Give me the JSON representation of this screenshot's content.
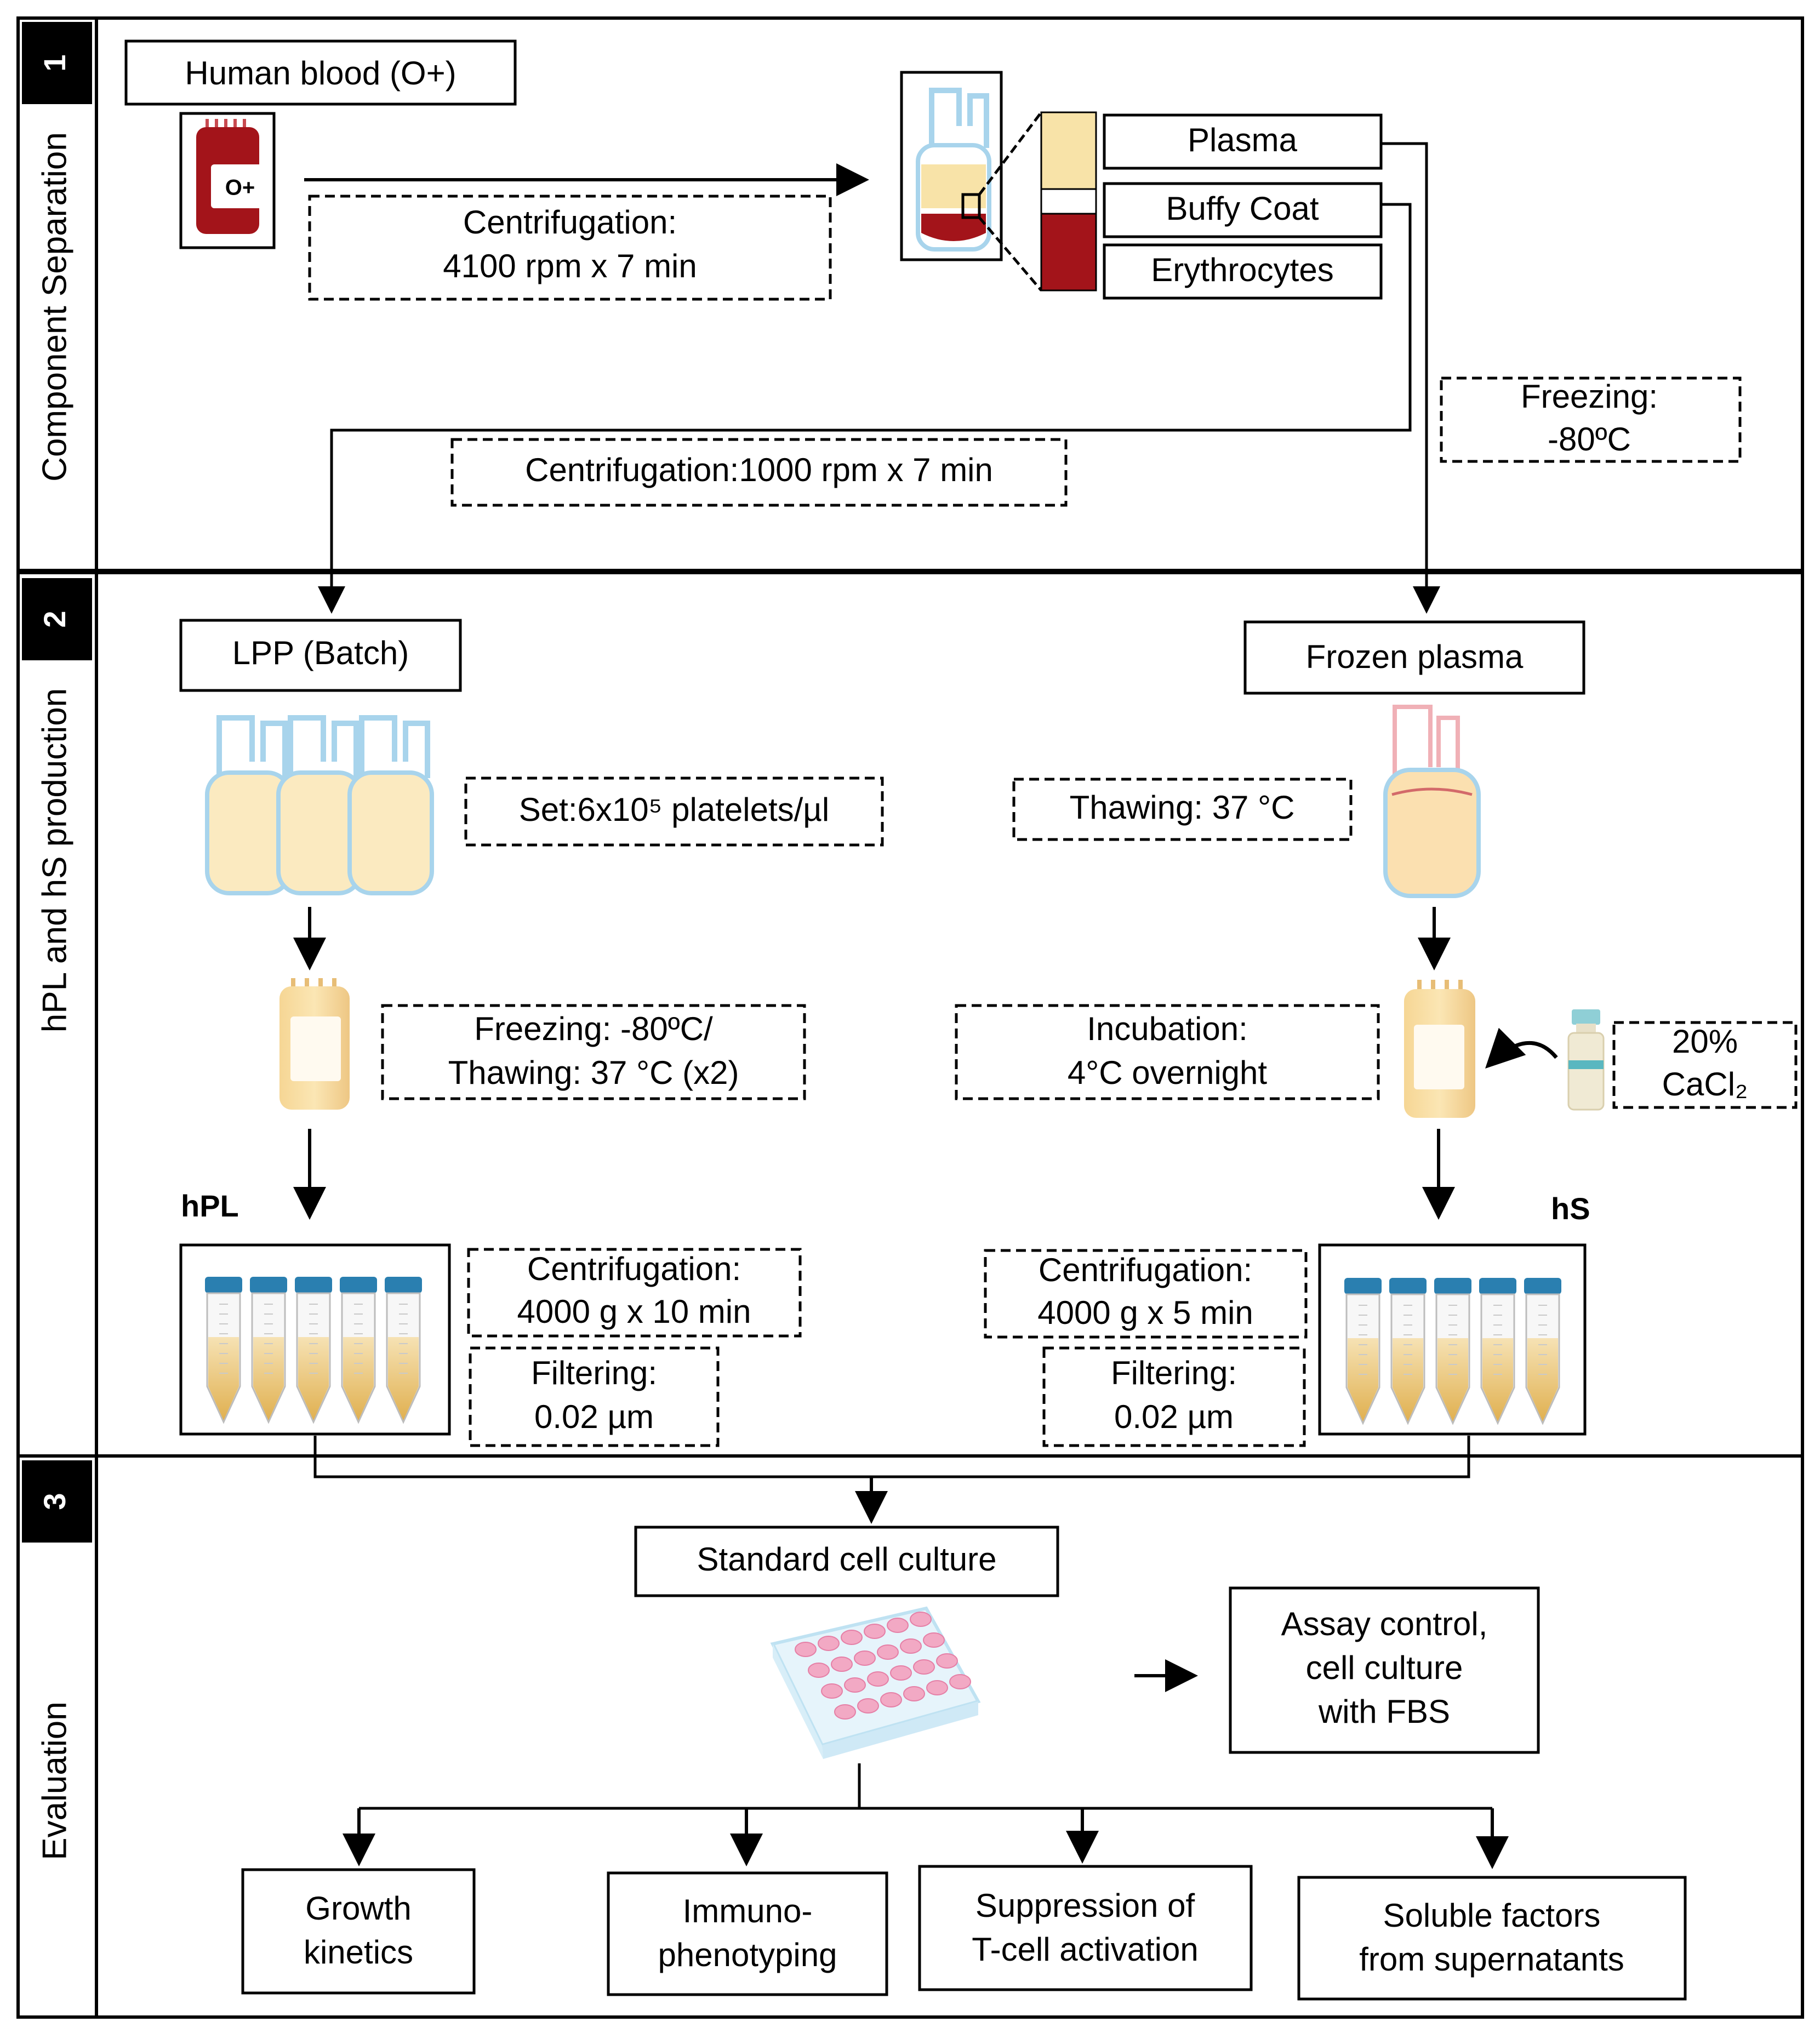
{
  "sections": [
    {
      "number": "1",
      "label": "Component  Separation"
    },
    {
      "number": "2",
      "label": "hPL  and  hS  production"
    },
    {
      "number": "3",
      "label": "Evaluation"
    }
  ],
  "section1": {
    "source_label": "Human  blood  (O+)",
    "bag_mark": "O+",
    "centrifugation_1": [
      "Centrifugation:",
      "4100  rpm  x  7  min"
    ],
    "components": [
      "Plasma",
      "Buffy Coat",
      "Erythrocytes"
    ],
    "centrifugation_2": "Centrifugation:1000  rpm  x  7  min",
    "freezing": [
      "Freezing:",
      "-80ºC"
    ]
  },
  "section2": {
    "left": {
      "title": "LPP (Batch)",
      "step1": "Set:6x10⁵  platelets/µl",
      "step2": [
        "Freezing:  -80ºC/",
        "Thawing:  37 °C (x2)"
      ],
      "product": "hPL",
      "step3": [
        "Centrifugation:",
        "4000  g  x  10  min"
      ],
      "step4": [
        "Filtering:",
        "0.02  µm"
      ]
    },
    "right": {
      "title": "Frozen  plasma",
      "step1": "Thawing:  37  °C",
      "step2": [
        "Incubation:",
        "4°C  overnight"
      ],
      "additive": [
        "20%",
        "CaCl₂"
      ],
      "product": "hS",
      "step3": [
        "Centrifugation:",
        "4000  g  x  5  min"
      ],
      "step4": [
        "Filtering:",
        "0.02  µm"
      ]
    }
  },
  "section3": {
    "culture": "Standard  cell  culture",
    "control": [
      "Assay  control,",
      "cell  culture",
      "with  FBS"
    ],
    "outputs": [
      [
        "Growth",
        "kinetics"
      ],
      [
        "Immuno-",
        "phenotyping"
      ],
      [
        "Suppression  of",
        "T-cell  activation"
      ],
      [
        "Soluble  factors",
        "from  supernatants"
      ]
    ]
  },
  "colors": {
    "blood_red": "#a3141a",
    "plasma_yellow": "#f8e3a8",
    "bag_outline": "#a8d4ec",
    "tube_cap": "#2a7fb0",
    "plate_pink": "#f2a9c4"
  }
}
